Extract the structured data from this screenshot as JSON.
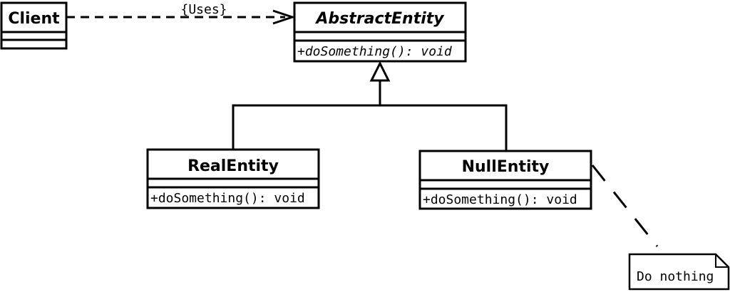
{
  "classes": {
    "client": {
      "name": "Client"
    },
    "abstract_entity": {
      "name": "AbstractEntity",
      "operation": "+doSomething(): void"
    },
    "real_entity": {
      "name": "RealEntity",
      "operation": "+doSomething(): void"
    },
    "null_entity": {
      "name": "NullEntity",
      "operation": "+doSomething(): void"
    }
  },
  "relations": {
    "uses_label": "{Uses}"
  },
  "note": {
    "text": "Do nothing"
  },
  "colors": {
    "stroke": "#000000",
    "background": "#ffffff"
  }
}
